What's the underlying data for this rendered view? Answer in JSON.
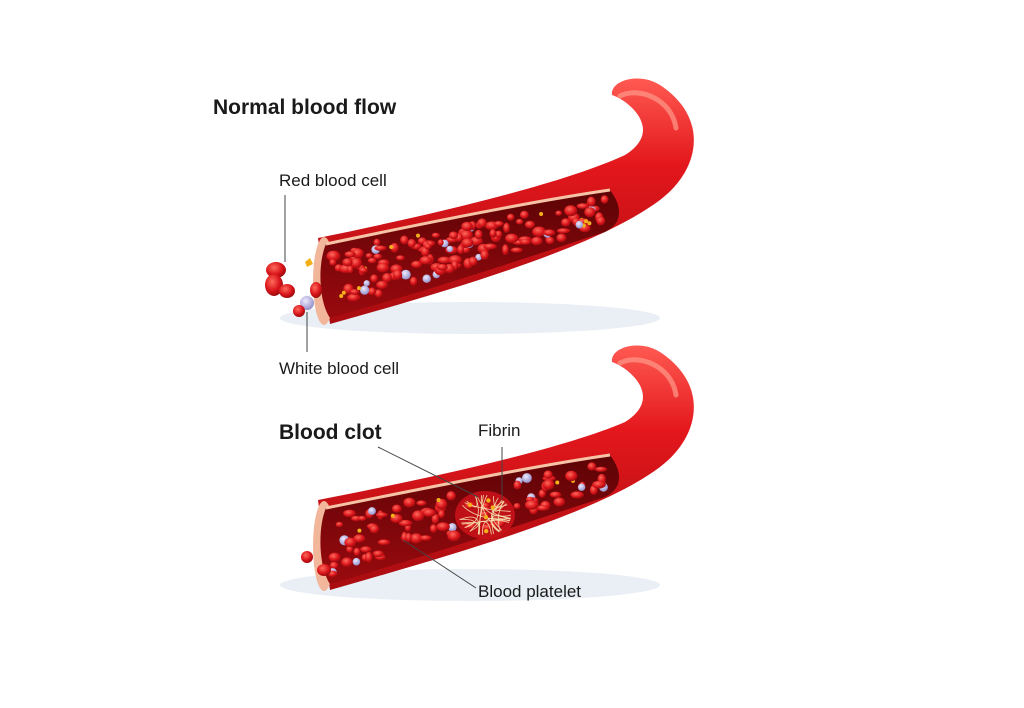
{
  "normal": {
    "heading": "Normal blood flow",
    "red_cell_label": "Red blood cell",
    "white_cell_label": "White blood cell"
  },
  "clot": {
    "heading": "Blood clot",
    "fibrin_label": "Fibrin",
    "platelet_label": "Blood platelet"
  },
  "colors": {
    "vessel_outer": "#d8121a",
    "vessel_highlight": "#ff4a4a",
    "vessel_inner": "#7a0508",
    "vessel_rim": "#f6c3a6",
    "red_cell": "#e0181c",
    "white_cell": "#b9b6d8",
    "platelet": "#f3b01b",
    "shadow": "#dbe4ee"
  }
}
